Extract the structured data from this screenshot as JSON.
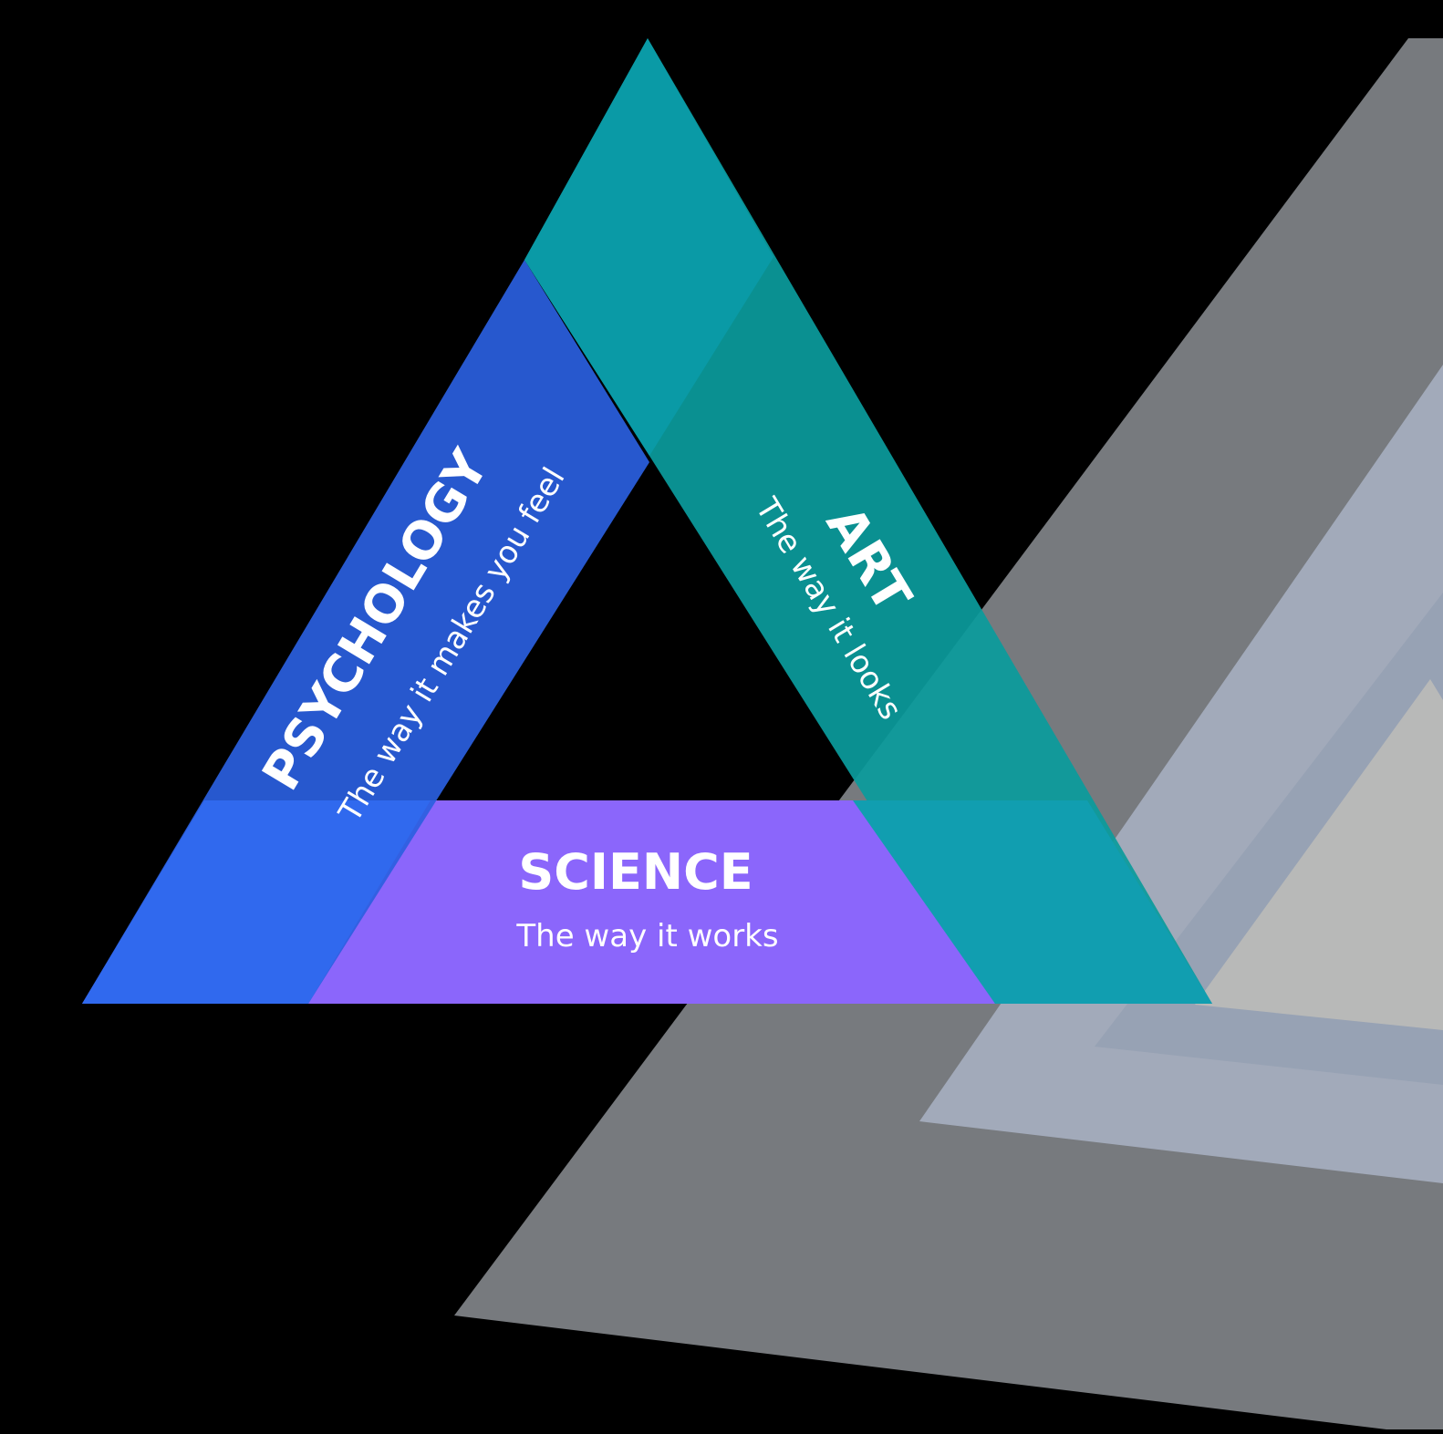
{
  "diagram": {
    "background": "#000000",
    "sections": [
      {
        "id": "psychology",
        "title": "PSYCHOLOGY",
        "subtitle": "The way it makes you feel",
        "color": "#2f66ea"
      },
      {
        "id": "art",
        "title": "ART",
        "subtitle": "The way it looks",
        "color": "#0a9e9e"
      },
      {
        "id": "science",
        "title": "SCIENCE",
        "subtitle": "The way it works",
        "color": "#8b66fb"
      }
    ],
    "decor_colors": {
      "outer": "#777a7e",
      "middle": "#a2aaba",
      "inner": "#b8b9b8"
    }
  }
}
